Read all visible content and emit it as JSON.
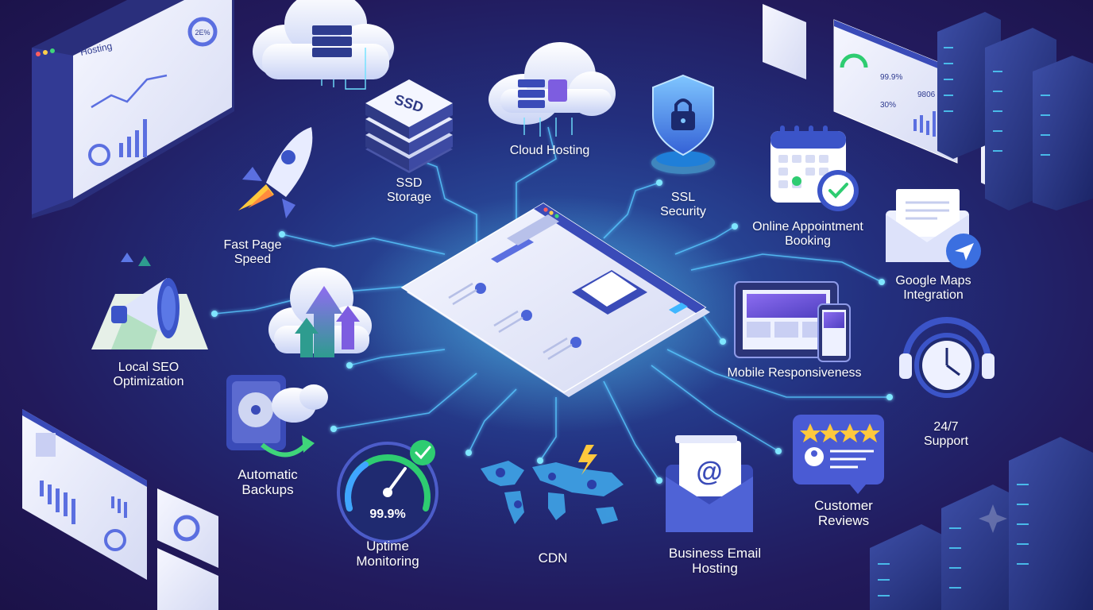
{
  "features": {
    "cloud_hosting": [
      "Cloud Hosting"
    ],
    "ssd_storage": [
      "SSD",
      "Storage"
    ],
    "ssl_security": [
      "SSL",
      "Security"
    ],
    "appointment_booking": [
      "Online Appointment",
      "Booking"
    ],
    "google_maps": [
      "Google Maps",
      "Integration"
    ],
    "fast_page_speed": [
      "Fast Page",
      "Speed"
    ],
    "local_seo": [
      "Local SEO",
      "Optimization"
    ],
    "mobile_responsiveness": [
      "Mobile Responsiveness"
    ],
    "support": [
      "24/7",
      "Support"
    ],
    "automatic_backups": [
      "Automatic",
      "Backups"
    ],
    "uptime_monitoring": [
      "Uptime",
      "Monitoring"
    ],
    "cdn": [
      "CDN"
    ],
    "business_email": [
      "Business Email",
      "Hosting"
    ],
    "customer_reviews": [
      "Customer",
      "Reviews"
    ]
  },
  "graphics": {
    "ssd_label": "SSD",
    "uptime_value": "99.9%",
    "dashboard_title": "Hosting",
    "dashboard_donut_value": "2E%",
    "right_panel_stat_1": "99.9%",
    "right_panel_stat_2": "9806",
    "right_panel_stat_3": "30%"
  },
  "colors": {
    "background_dark": "#1b1248",
    "background_center": "#2d5fb0",
    "connector_glow": "#4fd8ff",
    "accent_green": "#2ecc71",
    "accent_yellow": "#ffc83d"
  }
}
